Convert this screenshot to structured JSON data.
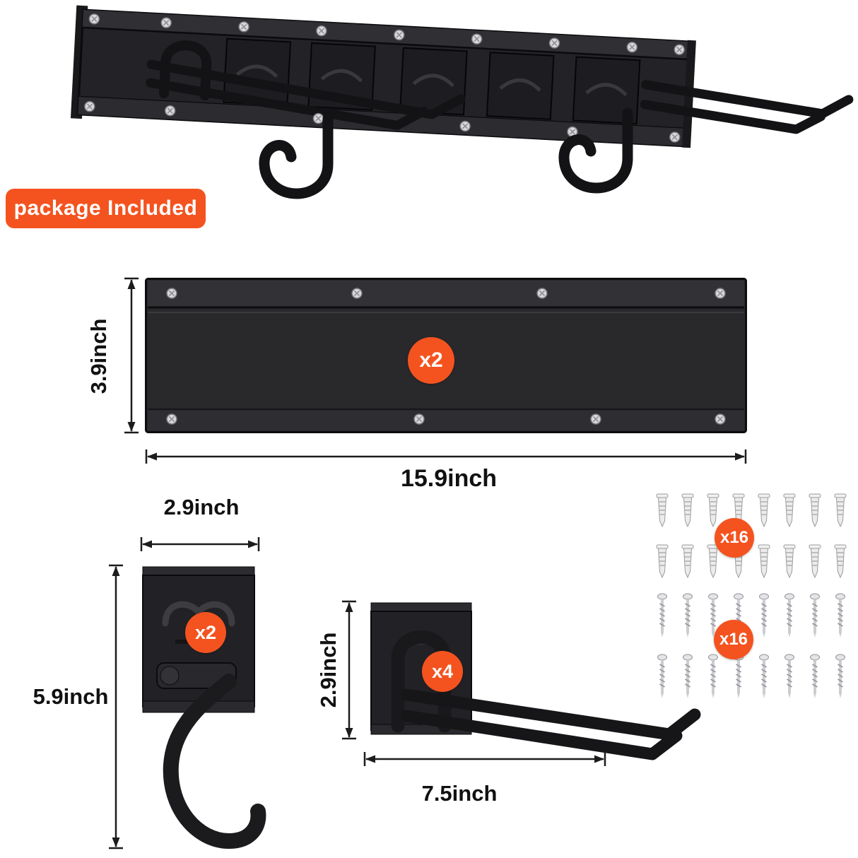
{
  "title_badge": "package Included",
  "colors": {
    "accent": "#f4531f",
    "product": "#232327",
    "dimension": "#1c1c1c"
  },
  "parts": {
    "rail": {
      "qty": "x2",
      "height": "3.9inch",
      "width": "15.9inch"
    },
    "s_hook": {
      "qty": "x2",
      "width": "2.9inch",
      "height": "5.9inch"
    },
    "double_hook": {
      "qty": "x4",
      "height": "2.9inch",
      "length": "7.5inch"
    },
    "wall_anchors": {
      "qty": "x16"
    },
    "screws": {
      "qty": "x16"
    }
  }
}
